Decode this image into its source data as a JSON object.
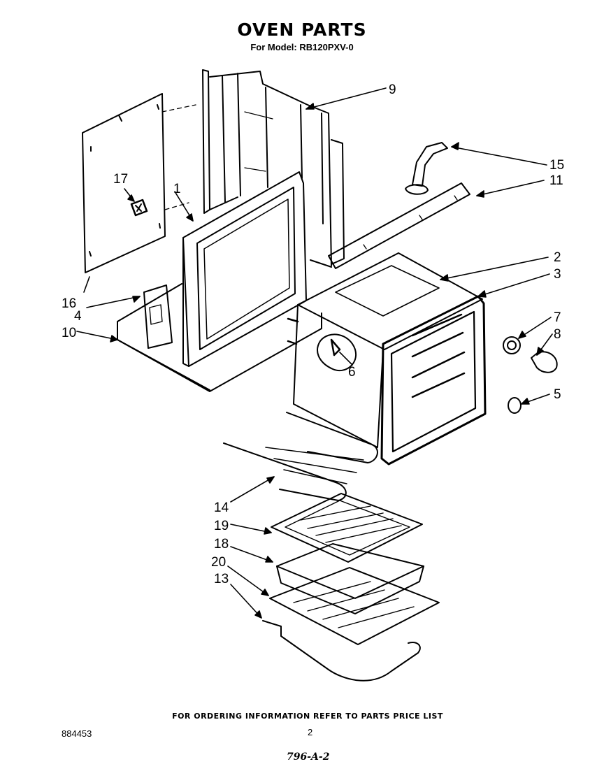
{
  "header": {
    "title": "OVEN PARTS",
    "subtitle": "For Model: RB120PXV-0"
  },
  "callouts": {
    "c1": "1",
    "c2": "2",
    "c3": "3",
    "c4": "4",
    "c5": "5",
    "c6": "6",
    "c7": "7",
    "c8": "8",
    "c9": "9",
    "c10": "10",
    "c11": "11",
    "c13": "13",
    "c14": "14",
    "c15": "15",
    "c16": "16",
    "c17": "17",
    "c18": "18",
    "c19": "19",
    "c20": "20"
  },
  "footer": {
    "note": "FOR ORDERING INFORMATION REFER TO PARTS PRICE LIST",
    "code": "884453",
    "page": "2",
    "handwritten": "796-A-2"
  }
}
